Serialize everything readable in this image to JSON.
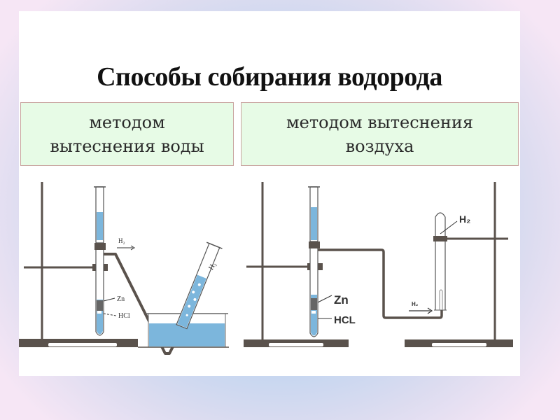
{
  "slide": {
    "title": "Способы собирания водорода",
    "methods": [
      {
        "line1": "методом",
        "line2": "вытеснения воды"
      },
      {
        "line1": "методом вытеснения",
        "line2": "воздуха"
      }
    ]
  },
  "left_diagram": {
    "gas_label_arrow": "H₂",
    "gas_label_tube": "H₂",
    "zinc_label": "Zn",
    "acid_label": "HCl"
  },
  "right_diagram": {
    "gas_label_tube": "H₂",
    "gas_label_arrow": "H₂",
    "zinc_label": "Zn",
    "acid_label": "HCL"
  },
  "colors": {
    "liquid": "#7cb6dc",
    "stand": "#5a524c",
    "box_fill": "#e7fbe6"
  }
}
